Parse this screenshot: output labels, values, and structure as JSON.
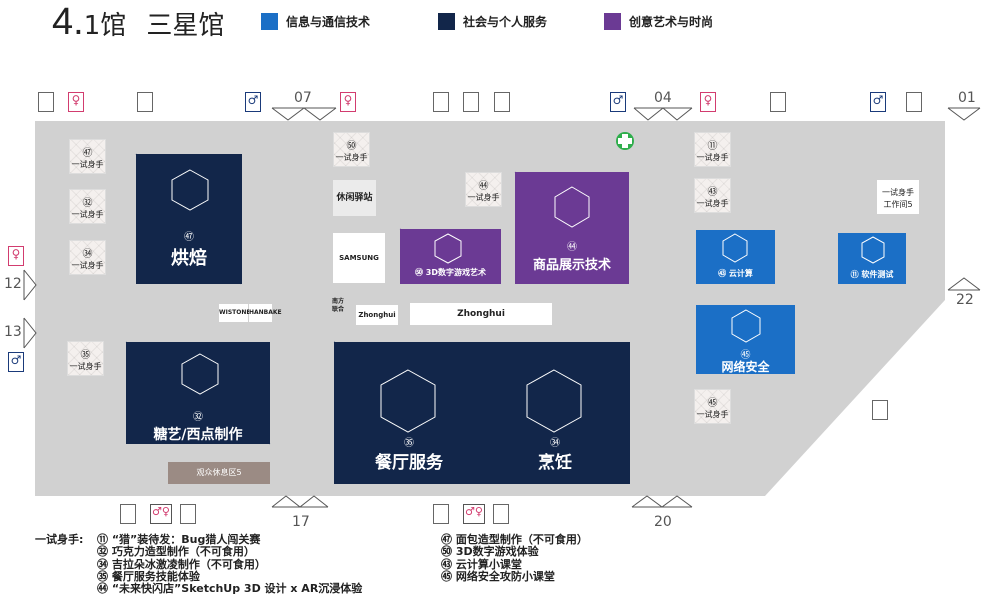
{
  "header": {
    "title_floor": "4.",
    "title_hall": "1馆",
    "title_name": "三星馆"
  },
  "legend": [
    {
      "label": "信息与通信技术",
      "color": "#1b6fc6"
    },
    {
      "label": "社会与个人服务",
      "color": "#12264a"
    },
    {
      "label": "创意艺术与时尚",
      "color": "#6b3a94"
    }
  ],
  "zones": {
    "baking": {
      "num": "㊼",
      "label": "烘焙"
    },
    "sugar": {
      "num": "㉜",
      "label": "糖艺/西点制作"
    },
    "restaurant": {
      "num": "㉟",
      "label": "餐厅服务"
    },
    "cooking": {
      "num": "㉞",
      "label": "烹饪"
    },
    "game": {
      "label": "㊿ 3D数字游戏艺术"
    },
    "display": {
      "num": "㊹",
      "label": "商品展示技术"
    },
    "cloud": {
      "label": "㊸ 云计算"
    },
    "security": {
      "num": "㊺",
      "label": "网络安全"
    },
    "software": {
      "label": "⑪ 软件测试"
    }
  },
  "trials": [
    {
      "num": "㊼",
      "label": "一试身手"
    },
    {
      "num": "㉜",
      "label": "一试身手"
    },
    {
      "num": "㉞",
      "label": "一试身手"
    },
    {
      "num": "㉟",
      "label": "一试身手"
    },
    {
      "num": "㊿",
      "label": "一试身手"
    },
    {
      "num": "㊹",
      "label": "一试身手"
    },
    {
      "num": "⑪",
      "label": "一试身手"
    },
    {
      "num": "㊸",
      "label": "一试身手"
    },
    {
      "num": "㊺",
      "label": "一试身手"
    }
  ],
  "workshop5": {
    "line1": "一试身手",
    "line2": "工作间5"
  },
  "boxes": {
    "rest": "休闲驿站",
    "samsung": "SAMSUNG",
    "wistone": "WISTONE",
    "hanbake": "HANBAKE",
    "nanfang": "南方\n联合",
    "zhonghui1": "Zhonghui",
    "zhonghui2": "Zhonghui",
    "audience": "观众休息区5"
  },
  "doors": [
    "07",
    "04",
    "01",
    "12",
    "13",
    "22",
    "17",
    "20"
  ],
  "notes": {
    "heading": "一试身手:",
    "left": [
      "⑪ “猎”装待发：Bug猎人闯关赛",
      "㉜ 巧克力造型制作（不可食用）",
      "㉞ 吉拉朵冰激凌制作（不可食用）",
      "㉟ 餐厅服务技能体验",
      "㊹ “未来快闪店”SketchUp 3D 设计 x AR沉浸体验"
    ],
    "right": [
      "㊼ 面包造型制作（不可食用）",
      "㊿ 3D数字游戏体验",
      "㊸ 云计算小课堂",
      "㊺ 网络安全攻防小课堂"
    ]
  }
}
